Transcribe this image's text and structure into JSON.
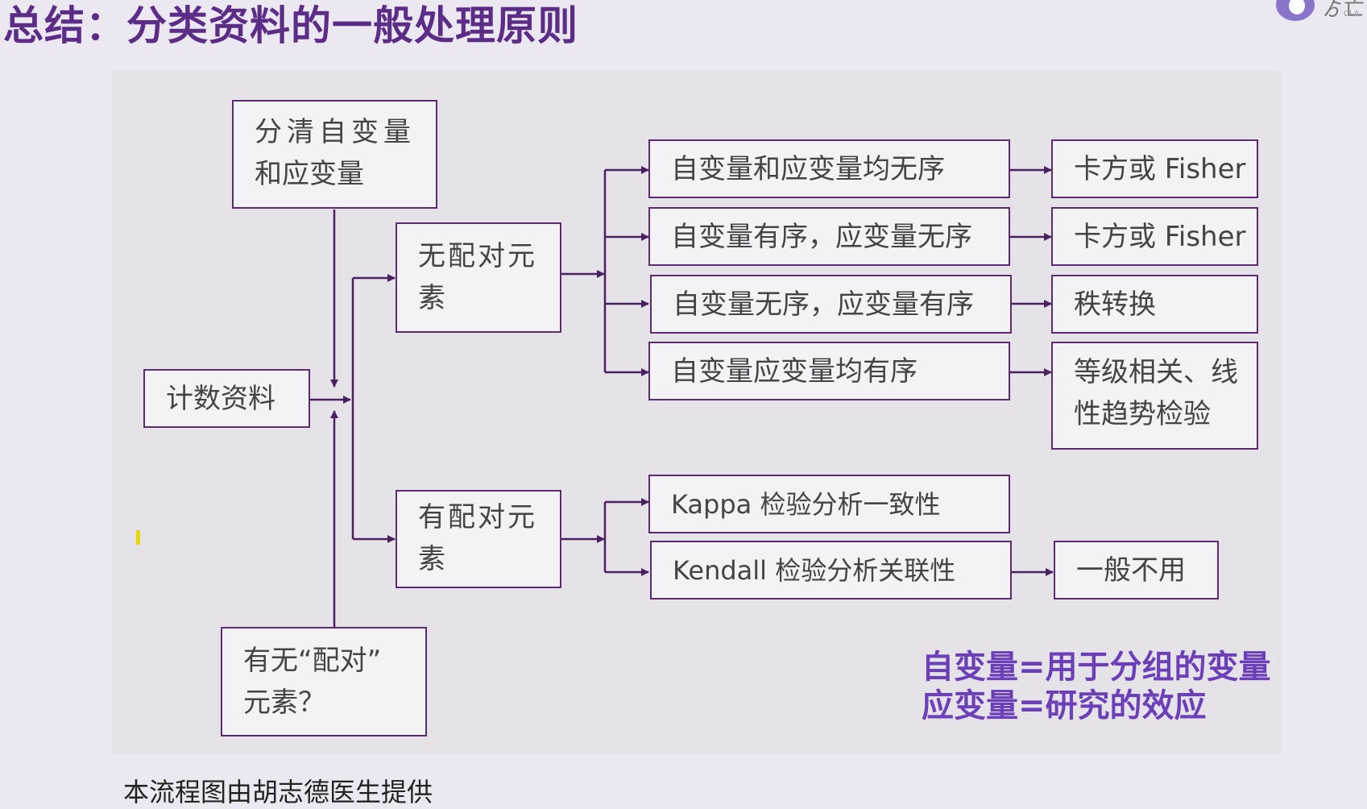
{
  "title": "总结：分类资料的一般处理原则",
  "logo": {
    "text": "ゟ亡",
    "sub": "CLA"
  },
  "boxes": {
    "independent_dependent": [
      "分清自变量",
      "和应变量"
    ],
    "count_data": "计数资料",
    "has_pairs": [
      "有无“配对”",
      "元素？"
    ],
    "no_pair": [
      "无配对元",
      "素"
    ],
    "paired": [
      "有配对元",
      "素"
    ],
    "unpaired_cases": [
      {
        "condition": "自变量和应变量均无序",
        "method": [
          "卡方或 Fisher"
        ]
      },
      {
        "condition": "自变量有序，应变量无序",
        "method": [
          "卡方或 Fisher"
        ]
      },
      {
        "condition": "自变量无序，应变量有序",
        "method": [
          "秩转换"
        ]
      },
      {
        "condition": "自变量应变量均有序",
        "method": [
          "等级相关、线",
          "性趋势检验"
        ]
      }
    ],
    "paired_cases": [
      {
        "condition": "Kappa 检验分析一致性"
      },
      {
        "condition": "Kendall 检验分析关联性",
        "method": "一般不用"
      }
    ]
  },
  "notes": [
    "自变量=用于分组的变量",
    "应变量=研究的效应"
  ],
  "footer": "本流程图由胡志德医生提供",
  "colors": {
    "title": "#5b2d86",
    "border": "#5b2c6f",
    "note": "#6b3fb8",
    "line": "#4a2160"
  }
}
